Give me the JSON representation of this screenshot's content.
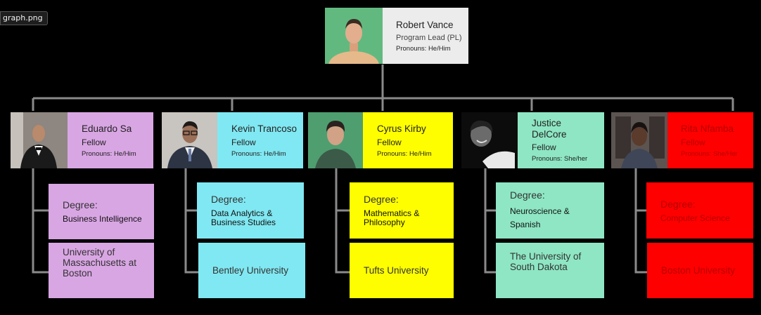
{
  "file_tab": "graph.png",
  "colors": {
    "lead": "#ececec",
    "purple": "#d9a6e4",
    "cyan": "#80e8f2",
    "yellow": "#fefe00",
    "mint": "#8ee6c4",
    "red": "#fe0000",
    "connector": "#8a8a8a"
  },
  "lead": {
    "name": "Robert Vance",
    "role": "Program Lead (PL)",
    "pronouns": "Pronouns: He/Him"
  },
  "fellows": [
    {
      "name": "Eduardo Sa",
      "role": "Fellow",
      "pronouns": "Pronouns: He/Him",
      "degree_label": "Degree:",
      "degree": "Business Intelligence",
      "university": "University of Massachusetts at Boston"
    },
    {
      "name": "Kevin Trancoso",
      "role": "Fellow",
      "pronouns": "Pronouns: He/Him",
      "degree_label": "Degree:",
      "degree": "Data Analytics & Business Studies",
      "university": "Bentley University"
    },
    {
      "name": "Cyrus Kirby",
      "role": "Fellow",
      "pronouns": "Pronouns: He/Him",
      "degree_label": "Degree:",
      "degree": "Mathematics & Philosophy",
      "university": "Tufts University"
    },
    {
      "name": "Justice DelCore",
      "role": "Fellow",
      "pronouns": "Pronouns: She/her",
      "degree_label": "Degree:",
      "degree": "Neuroscience & Spanish",
      "university": "The University of South Dakota"
    },
    {
      "name": "Rita Nfamba",
      "role": "Fellow",
      "pronouns": "Pronouns: She/Her",
      "degree_label": "Degree:",
      "degree": "Computer Science",
      "university": "Boston University"
    }
  ]
}
